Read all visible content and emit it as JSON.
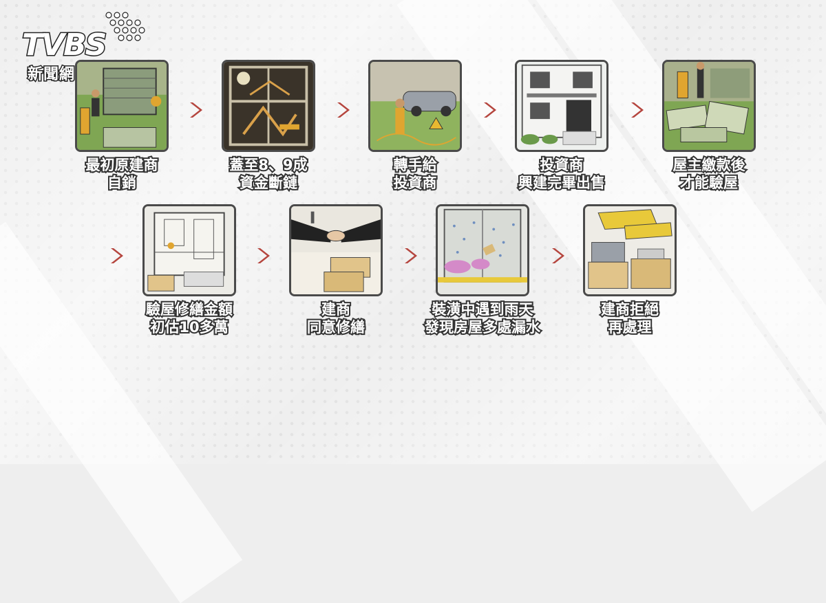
{
  "logo": {
    "brand": "TVBS",
    "sub": "新聞網"
  },
  "colors": {
    "arrow": "#b5453e",
    "label_outline": "#333333",
    "card_border": "#4a4a4a"
  },
  "icons": [
    "chevron-right-icon"
  ],
  "steps_row1": [
    {
      "line1": "最初原建商",
      "line2": "自銷"
    },
    {
      "line1": "蓋至8、9成",
      "line2": "資金斷鏈"
    },
    {
      "line1": "轉手給",
      "line2": "投資商"
    },
    {
      "line1": "投資商",
      "line2": "興建完畢出售"
    },
    {
      "line1": "屋主繳款後",
      "line2": "才能驗屋"
    }
  ],
  "steps_row2": [
    {
      "line1": "驗屋修繕金額",
      "line2": "初估10多萬"
    },
    {
      "line1": "建商",
      "line2": "同意修繕"
    },
    {
      "line1": "裝潢中遇到雨天",
      "line2": "發現房屋多處漏水"
    },
    {
      "line1": "建商拒絕",
      "line2": "再處理"
    }
  ]
}
